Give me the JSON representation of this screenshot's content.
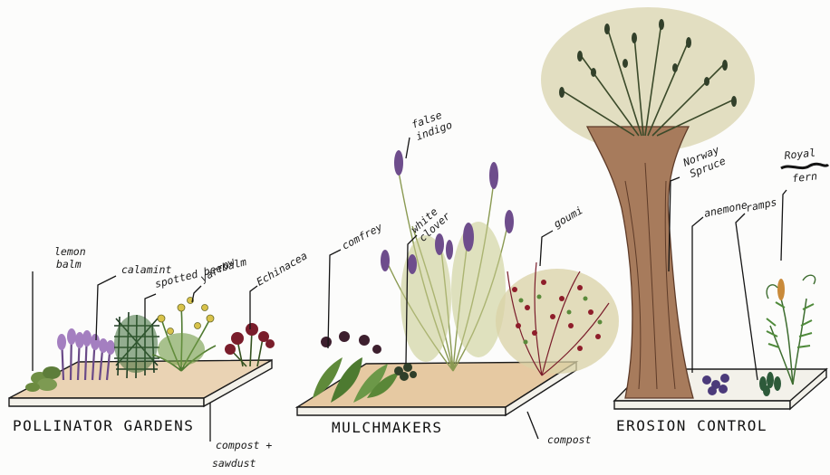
{
  "sections": {
    "pollinator": {
      "title": "POLLINATOR GARDENS"
    },
    "mulch": {
      "title": "MULCHMAKERS"
    },
    "erosion": {
      "title": "EROSION CONTROL"
    }
  },
  "labels": {
    "lemon_balm": [
      "lemon",
      "balm"
    ],
    "calamint": "calamint",
    "spotted_beebalm": "spotted beebalm",
    "yarrow": "yarrow",
    "echinacea": "Echinacea",
    "compost_sawdust": [
      "compost +",
      "sawdust"
    ],
    "comfrey": "comfrey",
    "false_indigo": [
      "false",
      "indigo"
    ],
    "white_clover": [
      "white",
      "clover"
    ],
    "goumi": "goumi",
    "compost": "compost",
    "norway_spruce": [
      "Norway",
      "Spruce"
    ],
    "anemone": "anemone",
    "ramps": "ramps",
    "royal_fern": [
      "Royal",
      "fern"
    ]
  },
  "colors": {
    "ink": "#141414",
    "bed_fill": "#e9d2b2",
    "purple": "#7a4f9a",
    "dark_red": "#7a1d2b",
    "green": "#4e7a34",
    "bark": "#a77b5c",
    "olive": "#8a9a52"
  }
}
